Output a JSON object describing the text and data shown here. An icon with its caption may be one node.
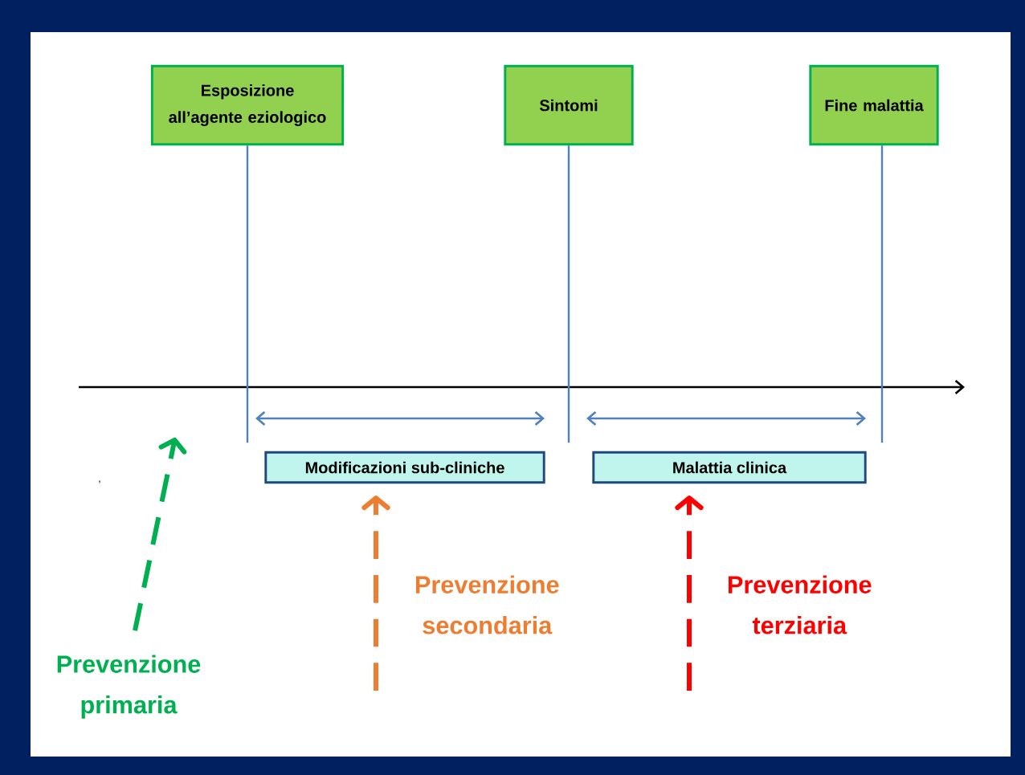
{
  "diagram": {
    "nodes": [
      {
        "text": [
          "Esposizione all’agente eziologico"
        ]
      },
      {
        "text": [
          "Sintomi"
        ]
      },
      {
        "text": [
          "Fine malattia"
        ]
      },
      {
        "text": [
          "Modificazioni  sub-cliniche"
        ]
      },
      {
        "text": [
          "Malattia  clinica"
        ]
      },
      {
        "text": [
          "Prevenzione primaria"
        ]
      },
      {
        "text": [
          "Prevenzione secondaria"
        ]
      },
      {
        "text": [
          "Prevenzione terziaria"
        ]
      }
    ],
    "edges": [
      {
        "from": 0,
        "to": null,
        "arrow": "none",
        "color": "#4f81bd"
      },
      {
        "from": 1,
        "to": null,
        "arrow": "none",
        "color": "#4f81bd"
      },
      {
        "from": 2,
        "to": null,
        "arrow": "none",
        "color": "#4f81bd"
      },
      {
        "from": 5,
        "to": null,
        "arrow": "to",
        "style": "dashed",
        "color": "#00b050"
      },
      {
        "from": 6,
        "to": 3,
        "arrow": "to",
        "style": "dashed",
        "color": "#ed7d31"
      },
      {
        "from": 7,
        "to": 4,
        "arrow": "to",
        "style": "dashed",
        "color": "#ff0000"
      }
    ],
    "labels": [
      "’"
    ]
  }
}
